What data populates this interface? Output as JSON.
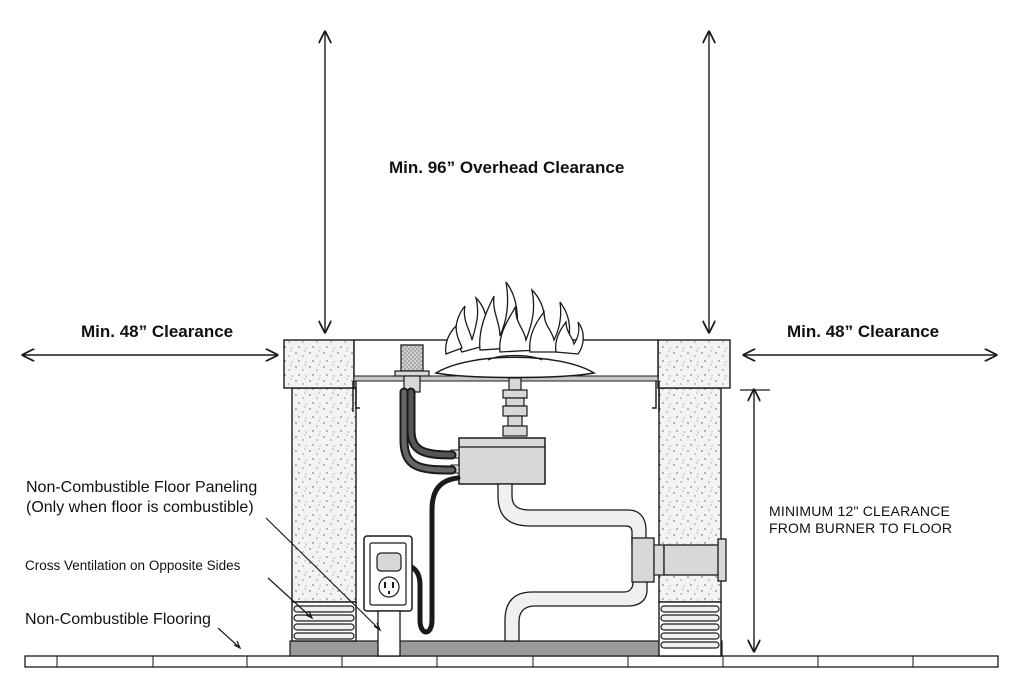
{
  "labels": {
    "overhead": "Min. 96” Overhead Clearance",
    "left_clearance": "Min. 48” Clearance",
    "right_clearance": "Min. 48” Clearance",
    "floor_paneling_line1": "Non-Combustible Floor Paneling",
    "floor_paneling_line2": "(Only when floor is combustible)",
    "cross_ventilation": "Cross Ventilation on Opposite Sides",
    "flooring": "Non-Combustible Flooring",
    "burner_clearance_line1": "MINIMUM 12\" CLEARANCE",
    "burner_clearance_line2": "FROM BURNER TO FLOOR"
  },
  "colors": {
    "line": "#1a1a1a",
    "speckle_fill": "#f2f2f2",
    "component_gray": "#d8d8d8",
    "floor_panel": "#9a9a9a"
  }
}
